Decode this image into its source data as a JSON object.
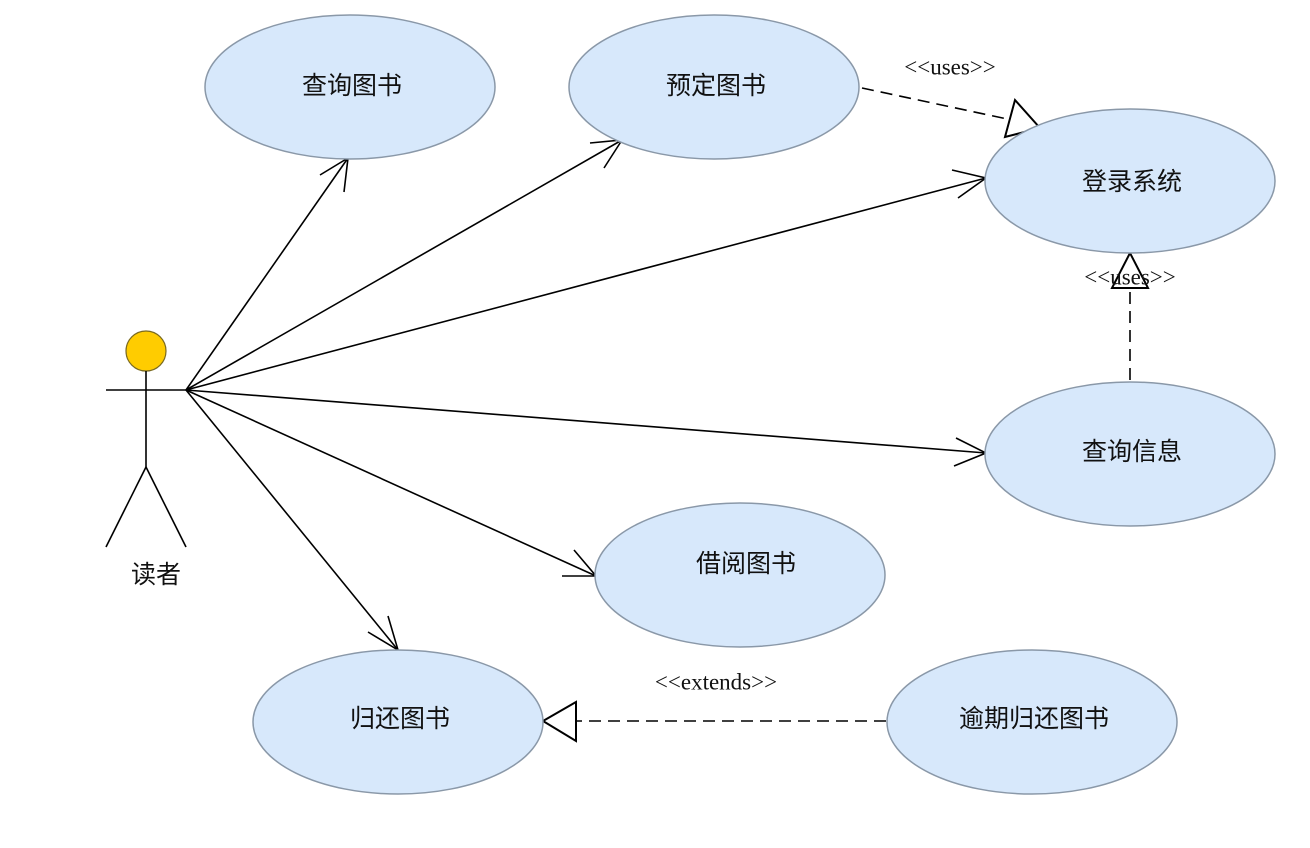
{
  "actor": {
    "label": "读者"
  },
  "use_cases": {
    "query_books": "查询图书",
    "reserve_books": "预定图书",
    "login_system": "登录系统",
    "query_info": "查询信息",
    "borrow_books": "借阅图书",
    "return_books": "归还图书",
    "overdue_return": "逾期归还图书"
  },
  "stereotypes": {
    "reserve_uses_login": "<<uses>>",
    "query_info_uses_login": "<<uses>>",
    "overdue_extends_return": "<<extends>>"
  },
  "colors": {
    "use_case_fill": "#d7e8fb",
    "use_case_stroke": "#8a98a8",
    "actor_head": "#ffcc00"
  }
}
